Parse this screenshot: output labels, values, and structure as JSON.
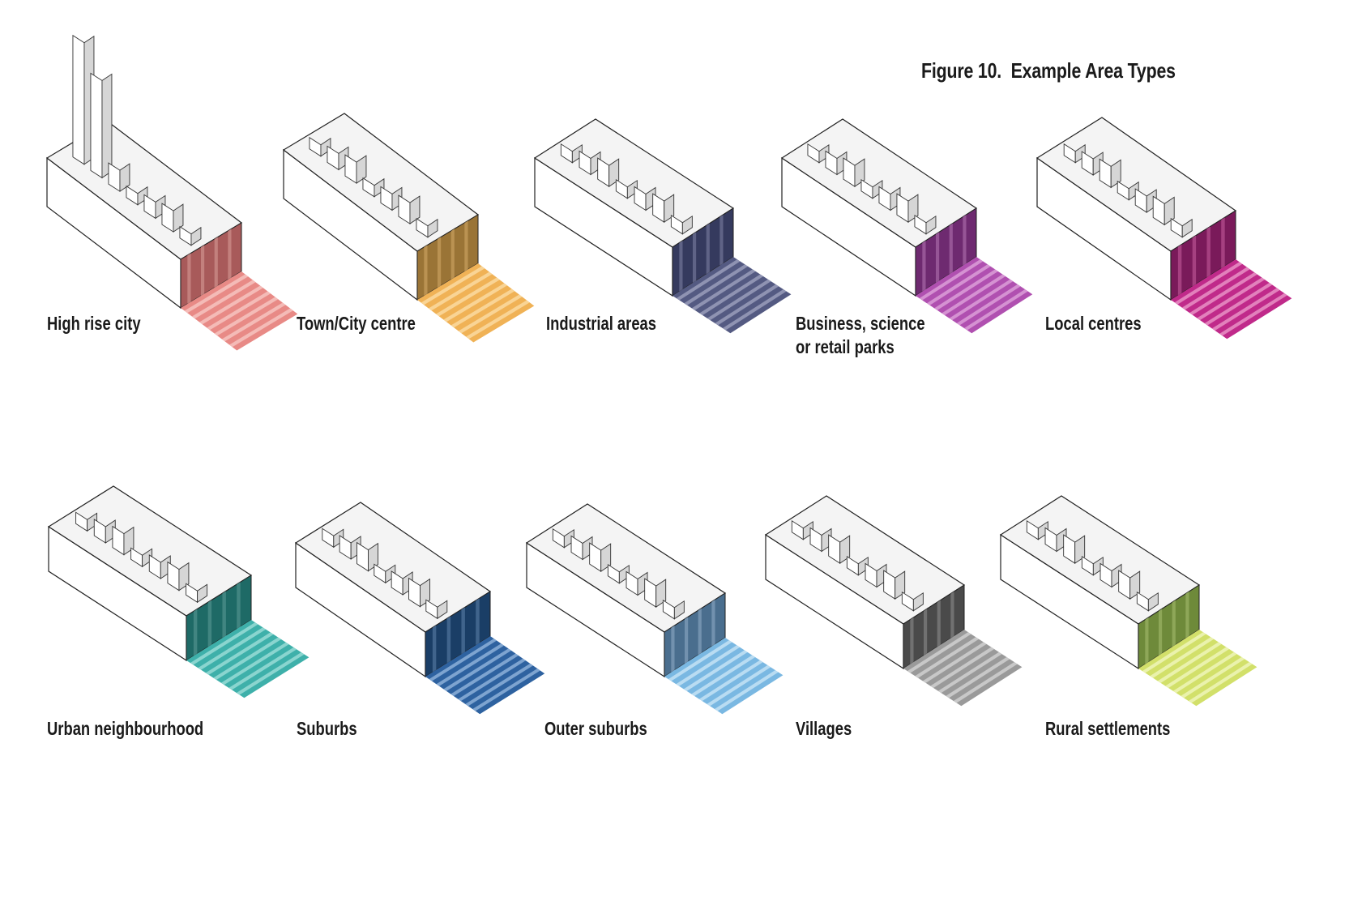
{
  "figure": {
    "title": "Figure 10.  Example Area Types"
  },
  "area_types": [
    {
      "label": "High rise city",
      "label_line2": "",
      "icon": "high-rise-city-block",
      "side_color": "#a85a5a",
      "side_stripe": "#c98a86",
      "ground_color": "#e88a86",
      "ground_stripe": "#f6c3bf"
    },
    {
      "label": "Town/City centre",
      "label_line2": "",
      "icon": "town-centre-block",
      "side_color": "#9a7436",
      "side_stripe": "#c29a5a",
      "ground_color": "#f0b256",
      "ground_stripe": "#fad9a0"
    },
    {
      "label": "Industrial areas",
      "label_line2": "",
      "icon": "industrial-block",
      "side_color": "#353a5e",
      "side_stripe": "#6a6e90",
      "ground_color": "#545a82",
      "ground_stripe": "#9a9dbb"
    },
    {
      "label": "Business, science",
      "label_line2": "or retail parks",
      "icon": "business-park-block",
      "side_color": "#6e2a70",
      "side_stripe": "#a060a0",
      "ground_color": "#b050b0",
      "ground_stripe": "#dc9ed8"
    },
    {
      "label": "Local centres",
      "label_line2": "",
      "icon": "local-centre-block",
      "side_color": "#7a1a5a",
      "side_stripe": "#b04a8a",
      "ground_color": "#c02a8a",
      "ground_stripe": "#e890c4"
    },
    {
      "label": "Urban neighbourhood",
      "label_line2": "",
      "icon": "urban-neighbourhood-block",
      "side_color": "#1e6a66",
      "side_stripe": "#4a8c88",
      "ground_color": "#3eb0aa",
      "ground_stripe": "#98dcd6"
    },
    {
      "label": "Suburbs",
      "label_line2": "",
      "icon": "suburbs-block",
      "side_color": "#1a3e66",
      "side_stripe": "#4a6e96",
      "ground_color": "#2e62a0",
      "ground_stripe": "#8cb0d8"
    },
    {
      "label": "Outer suburbs",
      "label_line2": "",
      "icon": "outer-suburbs-block",
      "side_color": "#4a6e8e",
      "side_stripe": "#7c9ab6",
      "ground_color": "#7ab8e2",
      "ground_stripe": "#c4e2f4"
    },
    {
      "label": "Villages",
      "label_line2": "",
      "icon": "village-block",
      "side_color": "#4a4a4a",
      "side_stripe": "#7a7a7a",
      "ground_color": "#9a9a9a",
      "ground_stripe": "#d0d0d0"
    },
    {
      "label": "Rural settlements",
      "label_line2": "",
      "icon": "rural-settlement-block",
      "side_color": "#6e8a3a",
      "side_stripe": "#96ae60",
      "ground_color": "#d2e06a",
      "ground_stripe": "#eef4b8"
    }
  ]
}
